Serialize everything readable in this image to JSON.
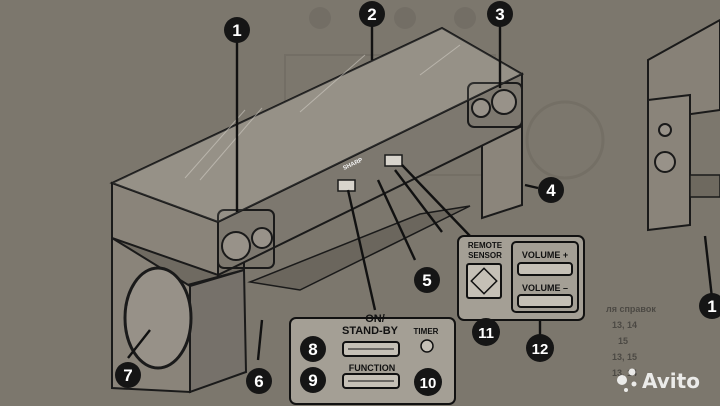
{
  "brand_label": "SHARP",
  "callout_numbers": [
    "1",
    "2",
    "3",
    "4",
    "5",
    "6",
    "7",
    "8",
    "9",
    "10",
    "11",
    "12"
  ],
  "control_labels": {
    "on_standby": [
      "ON/",
      "STAND-BY"
    ],
    "function": "FUNCTION",
    "timer": "TIMER",
    "remote_sensor": [
      "REMOTE",
      "SENSOR"
    ],
    "volume_up": "VOLUME +",
    "volume_down": "VOLUME –"
  },
  "side_text": [
    "ля справок",
    "13, 14",
    "15",
    "13, 15",
    "13, 14"
  ],
  "watermark": "Avito",
  "colors": {
    "page_bg": "#7c776d",
    "cabinet_front": "#8a847a",
    "cabinet_top": "#908a80",
    "callout_circle": "#151515",
    "panel_fill": "#a49f95"
  }
}
